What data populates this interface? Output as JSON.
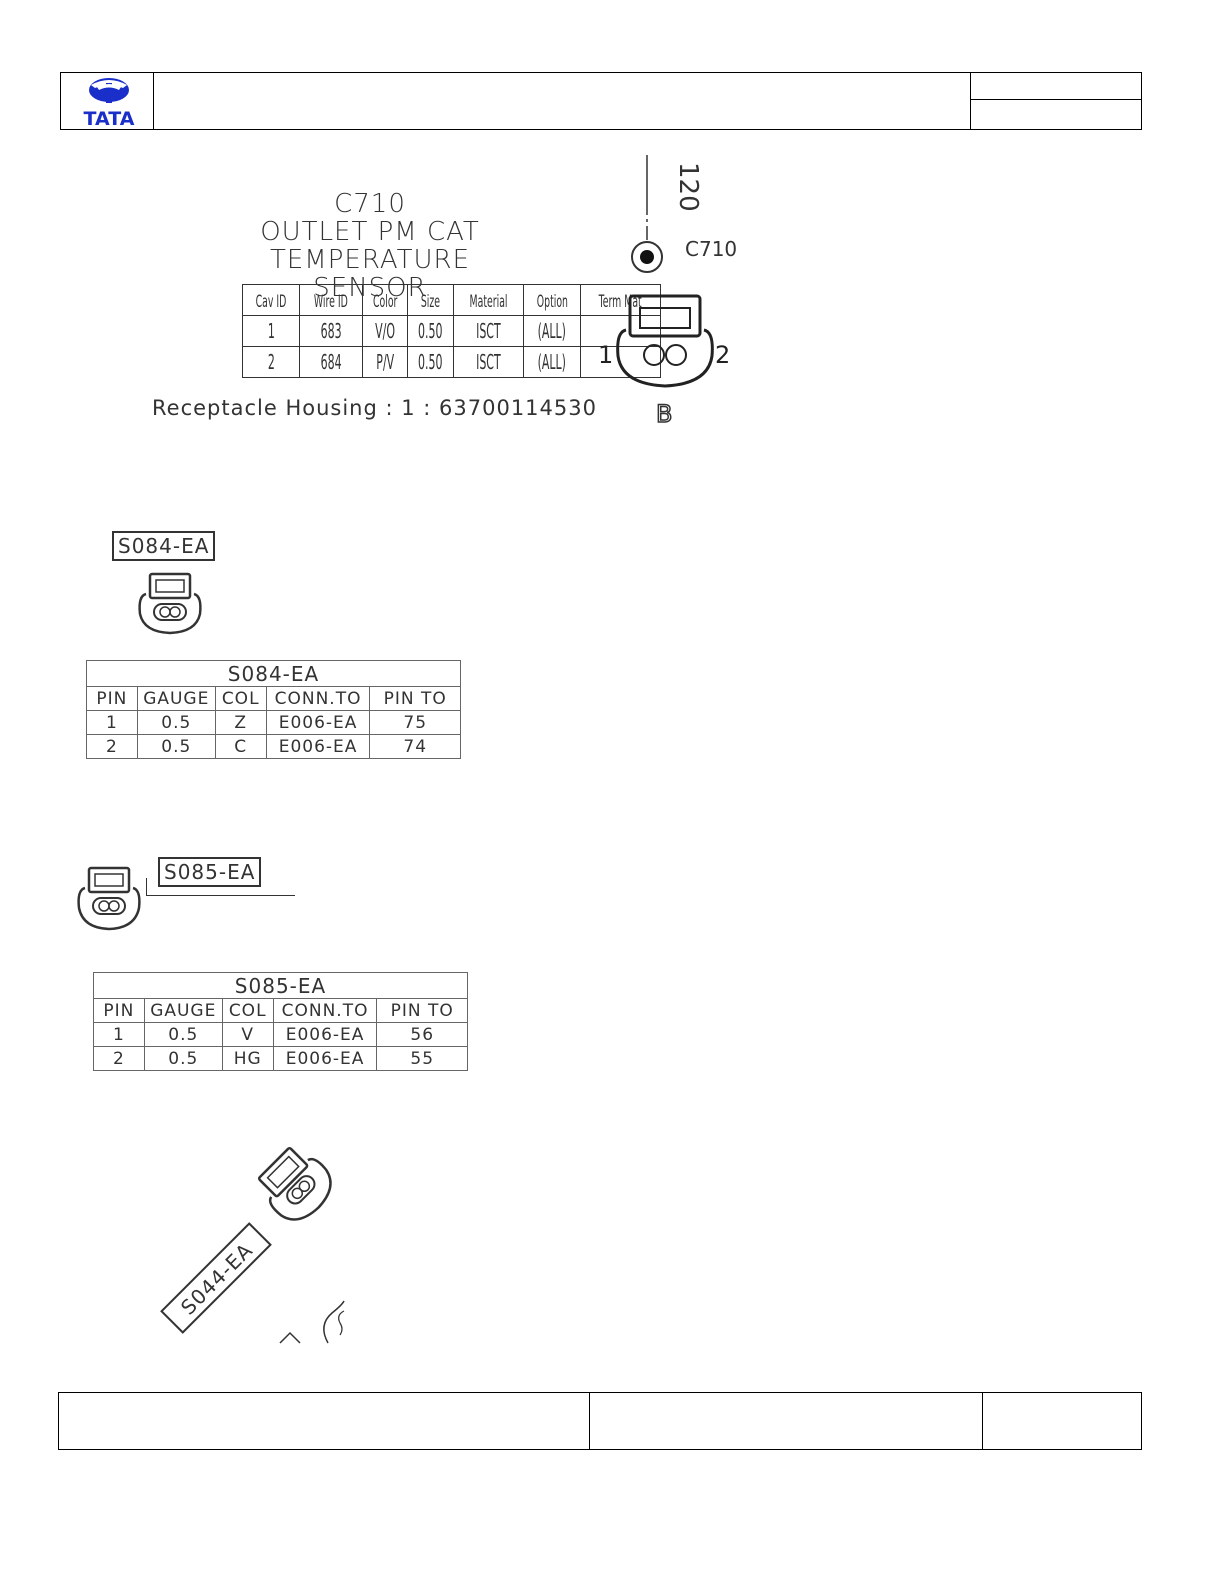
{
  "header": {
    "logo_text": "TATA",
    "logo_color": "#1a2fc9"
  },
  "c710": {
    "ref_label": "C710",
    "title_line1": "C710",
    "title_line2": "OUTLET PM CAT",
    "title_line3": "TEMPERATURE SENSOR",
    "table": {
      "headers": [
        "Cav ID",
        "Wire ID",
        "Color",
        "Size",
        "Material",
        "Option",
        "Term Mat"
      ],
      "rows": [
        [
          "1",
          "683",
          "V/O",
          "0.50",
          "ISCT",
          "(ALL)",
          ""
        ],
        [
          "2",
          "684",
          "P/V",
          "0.50",
          "ISCT",
          "(ALL)",
          ""
        ]
      ]
    },
    "housing": "Receptacle Housing : 1 : 63700114530",
    "pin_left": "1",
    "pin_right": "2",
    "view_label": "B",
    "wire_label": "120"
  },
  "s084": {
    "label": "S084-EA",
    "table_title": "S084-EA",
    "headers": [
      "PIN",
      "GAUGE",
      "COL",
      "CONN.TO",
      "PIN TO"
    ],
    "rows": [
      [
        "1",
        "0.5",
        "Z",
        "E006-EA",
        "75"
      ],
      [
        "2",
        "0.5",
        "C",
        "E006-EA",
        "74"
      ]
    ]
  },
  "s085": {
    "label": "S085-EA",
    "table_title": "S085-EA",
    "headers": [
      "PIN",
      "GAUGE",
      "COL",
      "CONN.TO",
      "PIN TO"
    ],
    "rows": [
      [
        "1",
        "0.5",
        "V",
        "E006-EA",
        "56"
      ],
      [
        "2",
        "0.5",
        "HG",
        "E006-EA",
        "55"
      ]
    ]
  },
  "s044": {
    "label": "S044-EA"
  }
}
